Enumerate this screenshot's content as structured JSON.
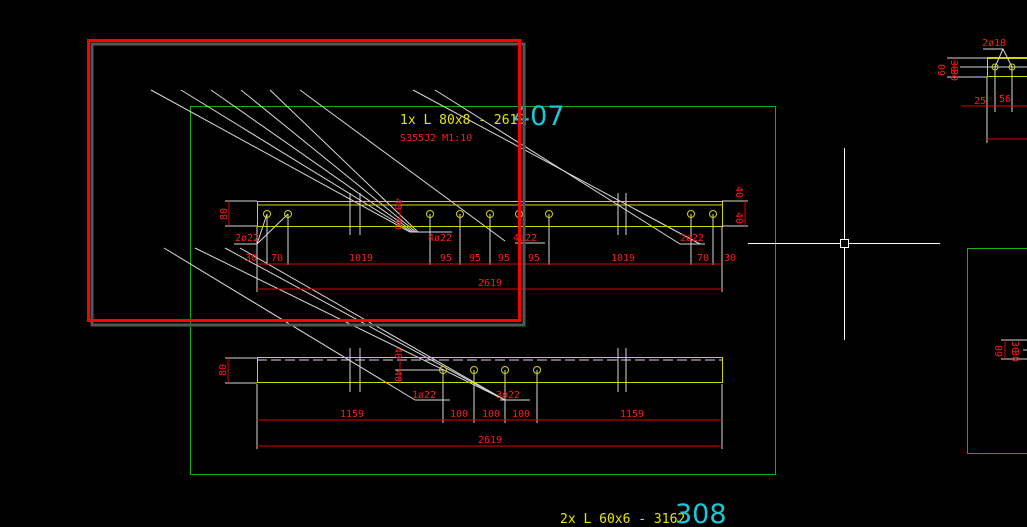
{
  "drawing": {
    "part1": {
      "title": "1x L 80x8 - 2619",
      "mark": "407",
      "material": "S355J2 M1:10",
      "hole_labels": [
        "2ø22",
        "4ø22",
        "4ø22",
        "2ø22"
      ],
      "dims": [
        "30",
        "70",
        "1019",
        "95",
        "95",
        "95",
        "95",
        "1019",
        "70",
        "30"
      ],
      "overall": "2619",
      "height": "80",
      "gauge_top": "40",
      "gauge_side": "40",
      "gauge_side2": "40",
      "gauge_right": "40"
    },
    "part2": {
      "title": "2x L 60x6 - 3162",
      "mark": "308",
      "hole_labels": [
        "1ø22",
        "3ø22"
      ],
      "dims": [
        "1159",
        "100",
        "100",
        "100",
        "1159"
      ],
      "overall": "2619",
      "height": "80",
      "gauge_top": "40",
      "gauge_side": "40"
    },
    "detail_top_right": {
      "hole_label": "2ø18",
      "dims": [
        "60",
        "30",
        "30",
        "25",
        "56"
      ]
    },
    "detail_right": {
      "dims": [
        "60",
        "30",
        "30"
      ]
    },
    "colors": {
      "background": "#000000",
      "profile": "#d4d400",
      "dimension": "#e00000",
      "frame": "#10b010",
      "mark": "#19c8d8",
      "selection": "#ff0000"
    }
  }
}
